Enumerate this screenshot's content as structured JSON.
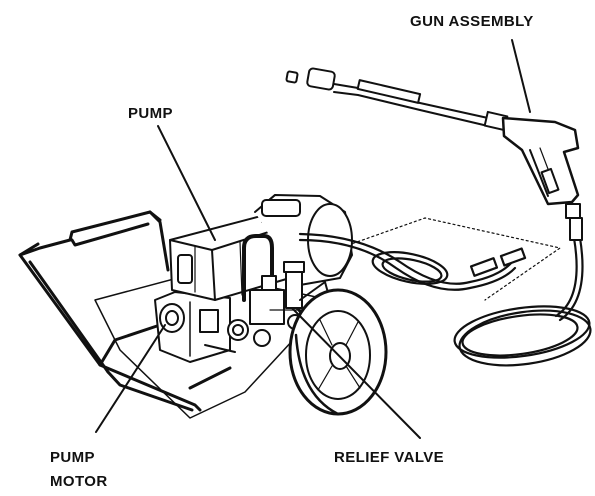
{
  "labels": {
    "gun_assembly": "GUN ASSEMBLY",
    "pump": "PUMP",
    "pump_motor_line1": "PUMP",
    "pump_motor_line2": "MOTOR",
    "relief_valve": "RELIEF VALVE"
  },
  "colors": {
    "ink": "#111111",
    "paper": "#ffffff"
  }
}
